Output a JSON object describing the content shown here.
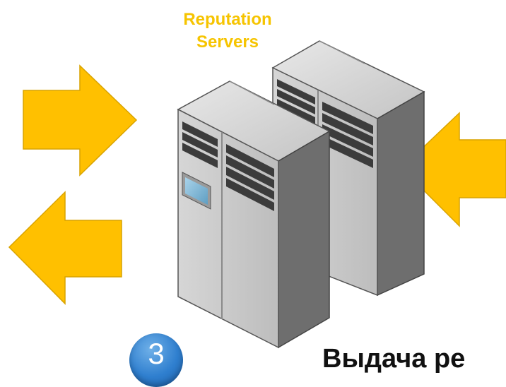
{
  "diagram": {
    "title_line1": "Reputation",
    "title_line2": "Servers",
    "step_number": "3",
    "caption": "Выдача ре"
  },
  "colors": {
    "arrow_fill": "#ffc000",
    "arrow_stroke": "#d9a300",
    "title": "#f6c400",
    "badge": "#2f7fcf",
    "server_front": "#c9c9c9",
    "server_side": "#6e6e6e",
    "screen": "#7fb6d4"
  },
  "icons": {
    "arrow_in_left": "arrow-right-icon",
    "arrow_out_left": "arrow-left-icon",
    "arrow_in_right": "arrow-left-icon",
    "servers": "server-rack-icon"
  }
}
